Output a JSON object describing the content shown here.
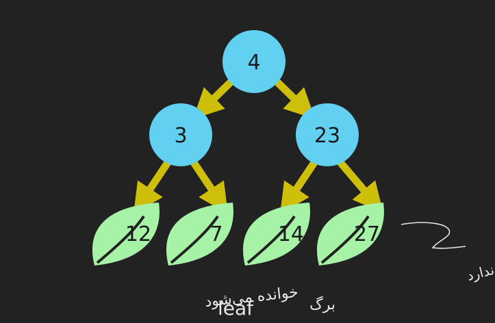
{
  "colors": {
    "background": "#222222",
    "node_fill": "#62d0f0",
    "edge": "#cdbf0a",
    "leaf_fill": "#a6f2a6",
    "leaf_vein": "#222222",
    "annotation": "#e8e8e8"
  },
  "tree": {
    "root": {
      "label": "4"
    },
    "internal": [
      {
        "label": "3"
      },
      {
        "label": "23"
      }
    ],
    "leaves": [
      {
        "label": "12"
      },
      {
        "label": "7"
      },
      {
        "label": "14"
      },
      {
        "label": "27"
      }
    ]
  },
  "annotations": {
    "leaf_word": "leaf",
    "persian_read": "خوانده می‌شود",
    "persian_leaf": "برگ",
    "persian_no_child": "گویای که فرزندی ندارد"
  }
}
